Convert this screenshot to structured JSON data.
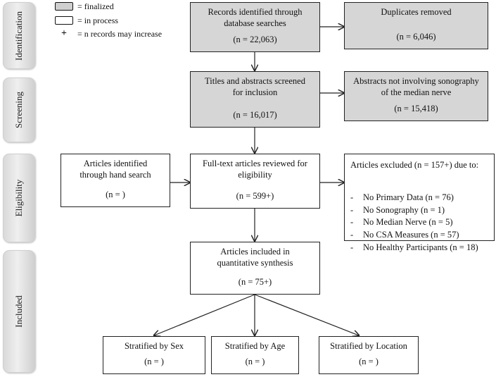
{
  "legend": {
    "finalized": "= finalized",
    "in_process": "= in process",
    "plus_symbol": "+",
    "plus_meaning": "= n records may increase"
  },
  "phases": {
    "identification": "Identification",
    "screening": "Screening",
    "eligibility": "Eligibility",
    "included": "Included"
  },
  "boxes": {
    "records_identified": {
      "text": "Records identified through\ndatabase searches",
      "n": "(n = 22,063)"
    },
    "duplicates_removed": {
      "text": "Duplicates removed",
      "n": "(n = 6,046)"
    },
    "titles_screened": {
      "text": "Titles and abstracts screened\nfor inclusion",
      "n": "(n = 16,017)"
    },
    "abstracts_excluded": {
      "text": "Abstracts not involving sonography\nof the median nerve",
      "n": "(n = 15,418)"
    },
    "hand_search": {
      "text": "Articles identified\nthrough hand search",
      "n": "(n = )"
    },
    "fulltext_reviewed": {
      "text": "Full-text articles reviewed for\neligibility",
      "n": "(n = 599+)"
    },
    "articles_excluded": {
      "text": "Articles excluded (n = 157+) due to:",
      "reasons": [
        "No Primary Data (n = 76)",
        "No Sonography (n = 1)",
        "No Median Nerve (n = 5)",
        "No CSA Measures (n = 57)",
        "No Healthy Participants (n = 18)"
      ],
      "bullet": "-"
    },
    "included_synthesis": {
      "text": "Articles included in\nquantitative synthesis",
      "n": "(n = 75+)"
    },
    "by_sex": {
      "text": "Stratified by Sex",
      "n": "(n = )"
    },
    "by_age": {
      "text": "Stratified by Age",
      "n": "(n = )"
    },
    "by_location": {
      "text": "Stratified by Location",
      "n": "(n = )"
    }
  },
  "colors": {
    "finalized_fill": "#d6d6d6",
    "in_process_fill": "#ffffff",
    "stroke": "#222222"
  }
}
